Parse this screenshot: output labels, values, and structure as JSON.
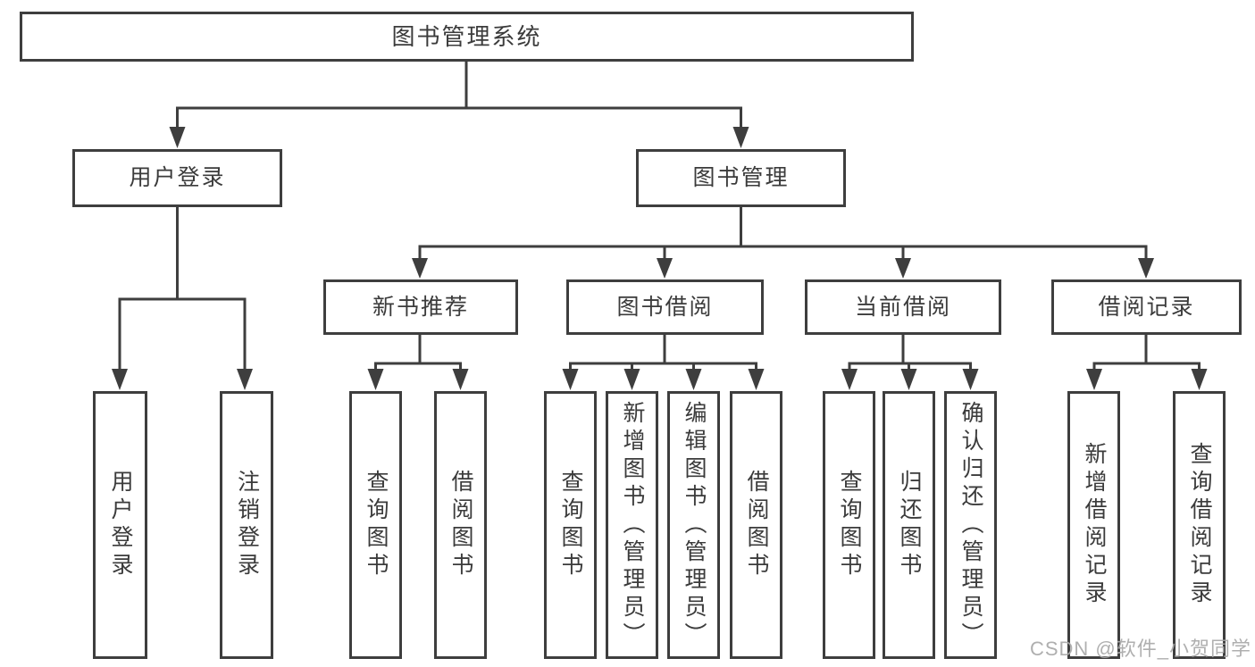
{
  "watermark": "CSDN @软件_小贺同学",
  "colors": {
    "line": "#3e3e3e",
    "text": "#3b3b3b",
    "watermark": "#a9a9a9",
    "background": "#ffffff"
  },
  "tree": {
    "root": {
      "label": "图书管理系统"
    },
    "modules": [
      {
        "label": "用户登录",
        "features": [
          {
            "label": "用户登录"
          },
          {
            "label": "注销登录"
          }
        ]
      },
      {
        "label": "图书管理",
        "submodules": [
          {
            "label": "新书推荐",
            "features": [
              {
                "label": "查询图书"
              },
              {
                "label": "借阅图书"
              }
            ]
          },
          {
            "label": "图书借阅",
            "features": [
              {
                "label": "查询图书"
              },
              {
                "label": "新增图书（管理员）"
              },
              {
                "label": "编辑图书（管理员）"
              },
              {
                "label": "借阅图书"
              }
            ]
          },
          {
            "label": "当前借阅",
            "features": [
              {
                "label": "查询图书"
              },
              {
                "label": "归还图书"
              },
              {
                "label": "确认归还（管理员）"
              }
            ]
          },
          {
            "label": "借阅记录",
            "features": [
              {
                "label": "新增借阅记录"
              },
              {
                "label": "查询借阅记录"
              }
            ]
          }
        ]
      }
    ]
  }
}
